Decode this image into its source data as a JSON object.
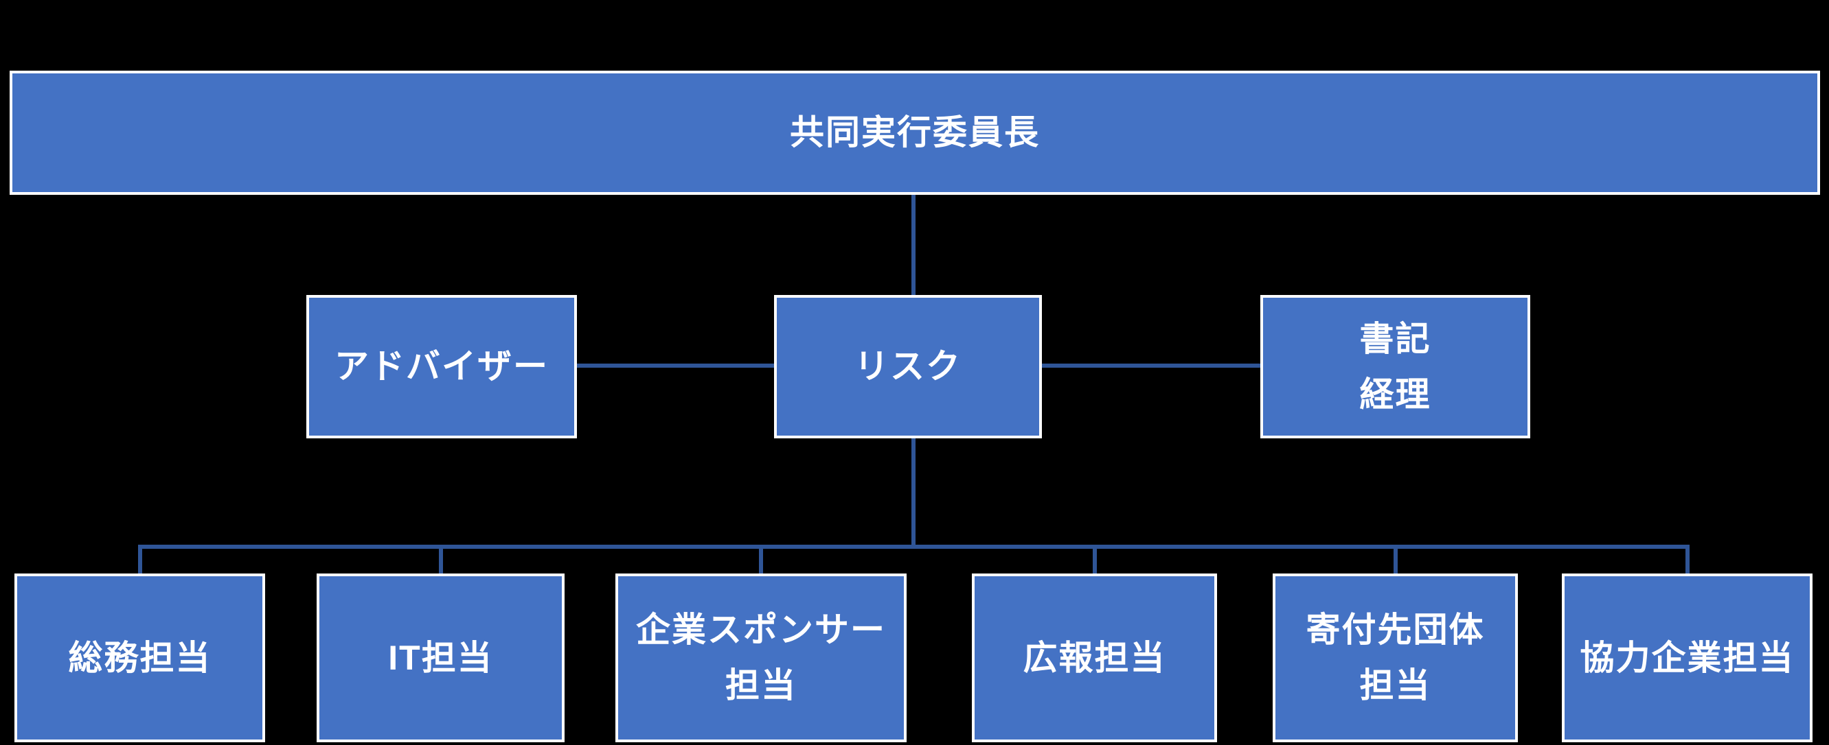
{
  "diagram": {
    "type": "org-chart",
    "colors": {
      "background": "#000000",
      "node_fill": "#4472C4",
      "node_border": "#FFFFFF",
      "node_text": "#FFFFFF",
      "connector": "#2F5597"
    },
    "nodes": {
      "chair": {
        "lines": [
          "共同実行委員長"
        ]
      },
      "advisor": {
        "lines": [
          "アドバイザー"
        ]
      },
      "risk": {
        "lines": [
          "リスク"
        ]
      },
      "secretary": {
        "lines": [
          "書記",
          "経理"
        ]
      },
      "soumu": {
        "lines": [
          "総務担当"
        ]
      },
      "it": {
        "lines": [
          "IT担当"
        ]
      },
      "sponsor": {
        "lines": [
          "企業スポンサー",
          "担当"
        ]
      },
      "kouhou": {
        "lines": [
          "広報担当"
        ]
      },
      "kifu": {
        "lines": [
          "寄付先団体",
          "担当"
        ]
      },
      "kyouryoku": {
        "lines": [
          "協力企業担当"
        ]
      }
    },
    "edges": [
      {
        "from": "chair",
        "to": "risk"
      },
      {
        "from": "advisor",
        "to": "risk"
      },
      {
        "from": "risk",
        "to": "secretary"
      },
      {
        "from": "risk",
        "to": "soumu"
      },
      {
        "from": "risk",
        "to": "it"
      },
      {
        "from": "risk",
        "to": "sponsor"
      },
      {
        "from": "risk",
        "to": "kouhou"
      },
      {
        "from": "risk",
        "to": "kifu"
      },
      {
        "from": "risk",
        "to": "kyouryoku"
      }
    ]
  }
}
